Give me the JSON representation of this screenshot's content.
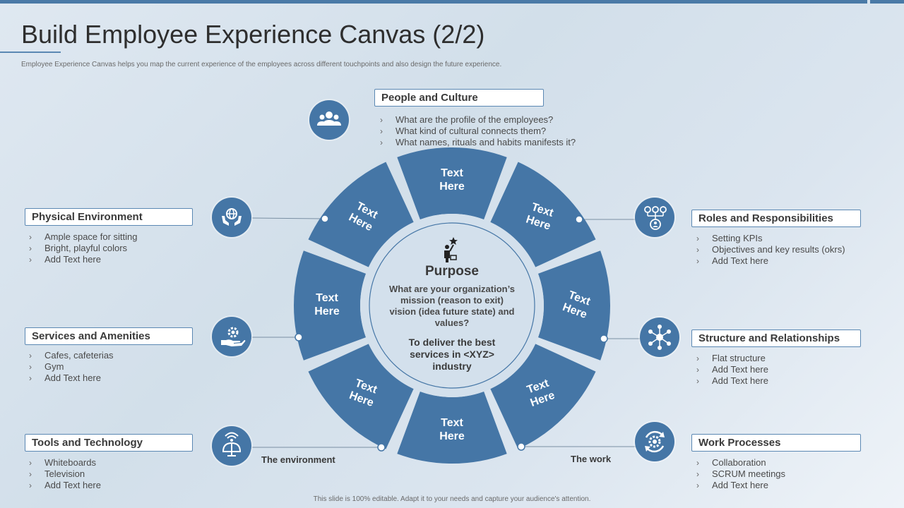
{
  "header": {
    "title": "Build Employee Experience Canvas (2/2)",
    "subtitle": "Employee  Experience Canvas helps you map the current experience of the employees across different touchpoints and also design the  future experience."
  },
  "footer": "This slide is 100% editable.  Adapt it to your needs and capture your audience's attention.",
  "center": {
    "heading": "Purpose",
    "question": "What are your organization’s mission (reason to exit) vision (idea future state)  and values?",
    "answer": "To deliver the best services in <XYZ> industry"
  },
  "segments": {
    "s1": [
      "Text",
      "Here"
    ],
    "s2": [
      "Text",
      "Here"
    ],
    "s3": [
      "Text",
      "Here"
    ],
    "s4": [
      "Text",
      "Here"
    ],
    "s5": [
      "Text",
      "Here"
    ],
    "s6": [
      "Text",
      "Here"
    ],
    "s7": [
      "Text",
      "Here"
    ],
    "s8": [
      "Text",
      "Here"
    ]
  },
  "bottom_labels": {
    "environment": "The environment",
    "work": "The work"
  },
  "sections": {
    "people": {
      "title": "People and Culture",
      "icon": "people-group-icon",
      "items": [
        "What are the profile  of the employees?",
        "What kind of cultural connects them?",
        "What names, rituals and habits manifests it?"
      ]
    },
    "physical": {
      "title": "Physical Environment",
      "icon": "globe-hands-icon",
      "items": [
        "Ample space for sitting",
        "Bright, playful colors",
        "Add Text  here"
      ]
    },
    "services": {
      "title": "Services and Amenities",
      "icon": "gear-hand-icon",
      "items": [
        "Cafes,  cafeterias",
        "Gym",
        "Add Text  here"
      ]
    },
    "tools": {
      "title": "Tools and Technology",
      "icon": "antenna-globe-icon",
      "items": [
        "Whiteboards",
        "Television",
        "Add Text  here"
      ]
    },
    "roles": {
      "title": "Roles and Responsibilities",
      "icon": "org-person-icon",
      "items": [
        "Setting KPIs",
        "Objectives  and key results (okrs)",
        "Add Text  here"
      ]
    },
    "structure": {
      "title": "Structure and Relationships",
      "icon": "network-icon",
      "items": [
        "Flat structure",
        "Add Text  here",
        "Add Text  here"
      ]
    },
    "work": {
      "title": "Work Processes",
      "icon": "gear-cycle-icon",
      "items": [
        "Collaboration",
        "SCRUM  meetings",
        "Add Text  here"
      ]
    }
  },
  "colors": {
    "accent": "#4576a6",
    "ring_inner": "#d3e0ec",
    "box_border": "#5b88b3"
  }
}
